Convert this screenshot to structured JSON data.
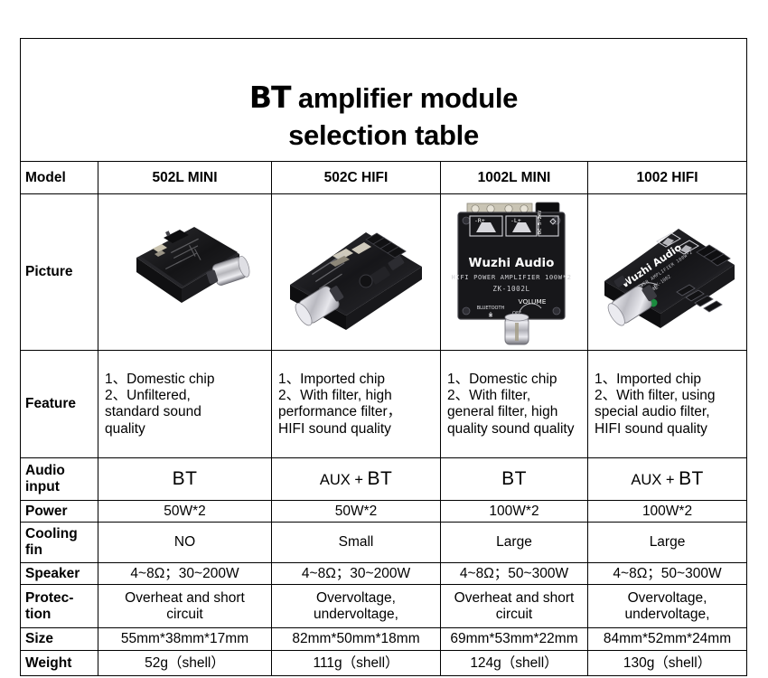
{
  "title": {
    "bt": "BT",
    "rest": " amplifier module\nselection table",
    "full": "BT amplifier module selection table"
  },
  "columns": {
    "label_header": "Model",
    "models": [
      "502L MINI",
      "502C HIFI",
      "1002L MINI",
      "1002 HIFI"
    ]
  },
  "rows": {
    "picture": {
      "label": "Picture",
      "images": [
        "amplifier-board-502l-mini",
        "amplifier-board-502c-hifi",
        "amplifier-board-1002l-mini",
        "amplifier-board-1002-hifi"
      ],
      "board_text": {
        "brand": "Wuzhi Audio",
        "line2": "HIFI POWER AMPLIFIER 100W*2",
        "model": "ZK-1002L",
        "volume": "VOLUME",
        "bluetooth": "BLUETOOTH",
        "off": "OFF",
        "r": "-R+",
        "l": "-L+",
        "dc": "DC 5-24V"
      }
    },
    "feature": {
      "label": "Feature",
      "values": [
        "1、Domestic chip\n2、Unfiltered,\nstandard sound\nquality",
        "1、Imported chip\n2、With filter, high\nperformance filter，\nHIFI sound quality",
        "1、Domestic chip\n2、With filter,\ngeneral filter, high\nquality sound quality",
        "1、Imported chip\n2、With filter, using\nspecial audio filter,\nHIFI sound quality"
      ]
    },
    "audio_input": {
      "label": "Audio\ninput",
      "values": [
        "BT",
        "AUX + BT",
        "BT",
        "AUX + BT"
      ],
      "aux_prefix": "AUX + ",
      "bt_token": "BT"
    },
    "power": {
      "label": "Power",
      "values": [
        "50W*2",
        "50W*2",
        "100W*2",
        "100W*2"
      ]
    },
    "cooling_fin": {
      "label": "Cooling\nfin",
      "values": [
        "NO",
        "Small",
        "Large",
        "Large"
      ]
    },
    "speaker": {
      "label": "Speaker",
      "values": [
        "4~8Ω；30~200W",
        "4~8Ω；30~200W",
        "4~8Ω；50~300W",
        "4~8Ω；50~300W"
      ]
    },
    "protection": {
      "label": "Protec-\ntion",
      "values": [
        "Overheat and short\ncircuit",
        "Overvoltage,\nundervoltage,",
        "Overheat and short\ncircuit",
        "Overvoltage,\nundervoltage,"
      ]
    },
    "size": {
      "label": "Size",
      "values": [
        "55mm*38mm*17mm",
        "82mm*50mm*18mm",
        "69mm*53mm*22mm",
        "84mm*52mm*24mm"
      ]
    },
    "weight": {
      "label": "Weight",
      "values": [
        "52g（shell）",
        "111g（shell）",
        "124g（shell）",
        "130g（shell）"
      ]
    }
  },
  "colors": {
    "border": "#000000",
    "background": "#ffffff",
    "text": "#000000",
    "board_body": "#1a1a1c",
    "board_edge": "#3a3a3e",
    "knob_metal": "#d8d8dc",
    "pcb_green": "#1f7a38"
  }
}
